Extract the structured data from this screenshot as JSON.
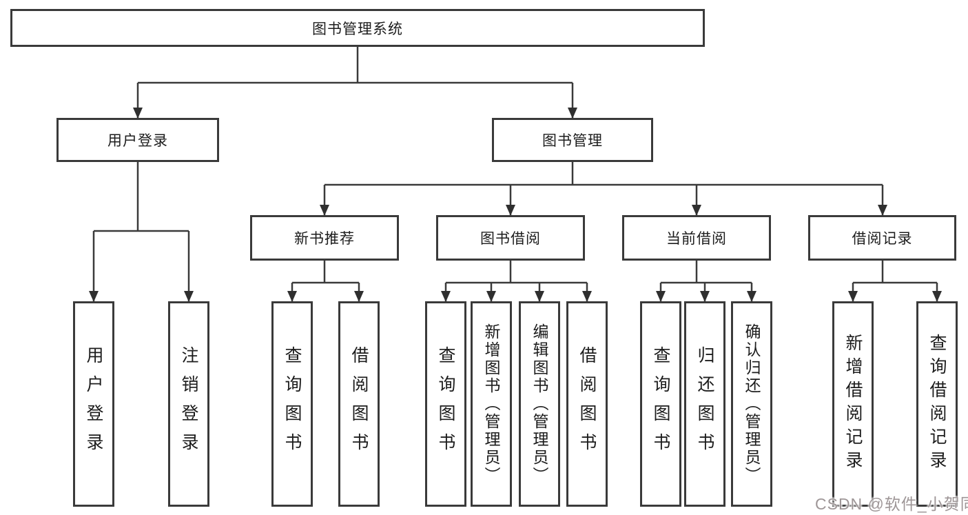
{
  "tree": {
    "root_label": "图书管理系统",
    "branches": [
      {
        "label": "用户登录",
        "leaves": [
          "用户登录",
          "注销登录"
        ]
      },
      {
        "label": "图书管理",
        "groups": [
          {
            "label": "新书推荐",
            "leaves": [
              "查询图书",
              "借阅图书"
            ]
          },
          {
            "label": "图书借阅",
            "leaves": [
              "查询图书",
              "新增图书（管理员）",
              "编辑图书（管理员）",
              "借阅图书"
            ]
          },
          {
            "label": "当前借阅",
            "leaves": [
              "查询图书",
              "归还图书",
              "确认归还（管理员）"
            ]
          },
          {
            "label": "借阅记录",
            "leaves": [
              "新增借阅记录",
              "查询借阅记录"
            ]
          }
        ]
      }
    ]
  },
  "watermark": {
    "text": "CSDN @软件_小贺同学",
    "color": "#9e9697"
  },
  "colors": {
    "background": "#ffffff",
    "box_border": "#3a3a3a",
    "connector_line": "#3a3a3a",
    "text": "#1c1c1c"
  }
}
